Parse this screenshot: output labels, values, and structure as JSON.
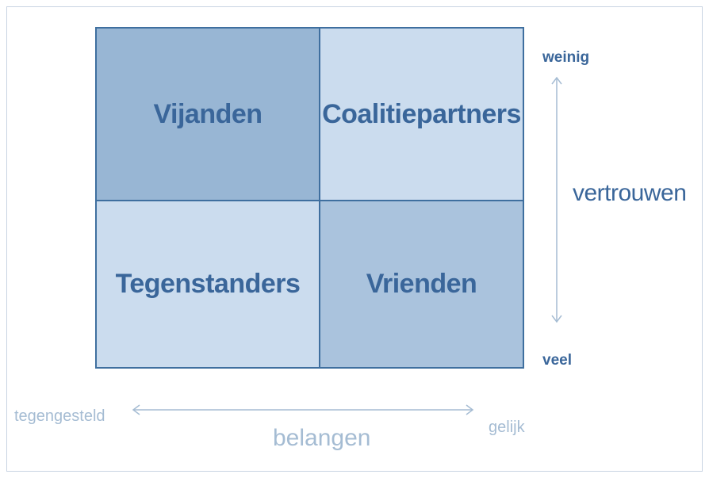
{
  "quadrants": {
    "top_left": "Vijanden",
    "top_right": "Coalitiepartners",
    "bottom_left": "Tegenstanders",
    "bottom_right": "Vrienden"
  },
  "vertical_axis": {
    "title": "vertrouwen",
    "top": "weinig",
    "bottom": "veel"
  },
  "horizontal_axis": {
    "title": "belangen",
    "left": "tegengesteld",
    "right": "gelijk"
  },
  "colors": {
    "border": "#3f6f9f",
    "text": "#3a669a",
    "dark_cell": "#98b6d4",
    "light_cell": "#cbdcee",
    "mid_cell": "#aac3dd",
    "muted_text": "#a5bcd3"
  }
}
